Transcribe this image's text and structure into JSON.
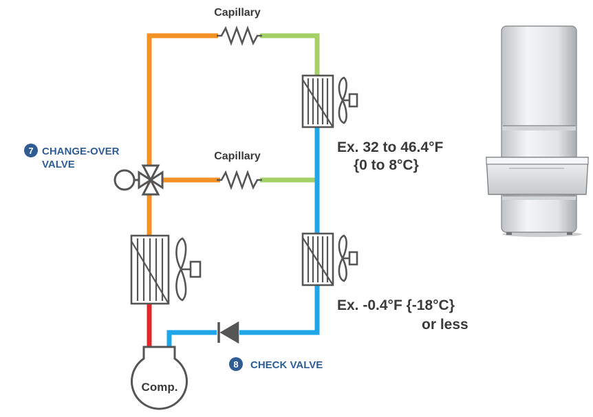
{
  "labels": {
    "capillary_top": "Capillary",
    "capillary_mid": "Capillary",
    "changeover_num": "7",
    "changeover_line1": "CHANGE-OVER",
    "changeover_line2": "VALVE",
    "check_num": "8",
    "check_label": "CHECK VALVE",
    "range_upper_1": "Ex. 32 to 46.4°F",
    "range_upper_2": "{0 to 8°C}",
    "range_lower_1": "Ex. -0.4°F {-18°C}",
    "range_lower_2": "or less",
    "compressor": "Comp."
  },
  "colors": {
    "pipe_hot": "#f39125",
    "pipe_liquid": "#a4d068",
    "pipe_cold": "#1ea6e8",
    "pipe_discharge": "#e3262b",
    "badge": "#2f5d93",
    "component_stroke": "#555555"
  }
}
